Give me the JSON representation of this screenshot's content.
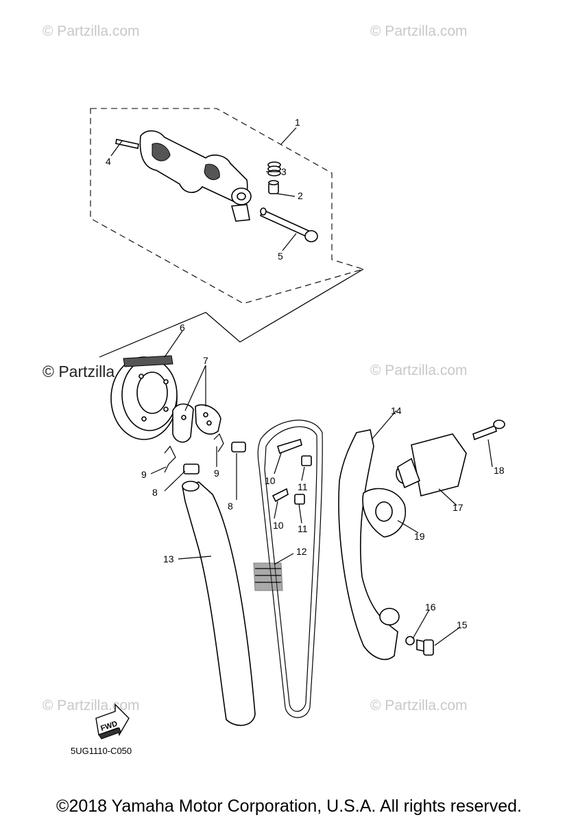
{
  "watermarks": {
    "top_left": "© Partzilla.com",
    "top_right": "© Partzilla.com",
    "mid_left": "© Partzilla.com",
    "mid_right": "© Partzilla.com",
    "bottom_left": "© Partzilla.com",
    "bottom_right": "© Partzilla.com"
  },
  "callouts": {
    "c1": "1",
    "c2": "2",
    "c3": "3",
    "c4": "4",
    "c5": "5",
    "c6": "6",
    "c7": "7",
    "c8a": "8",
    "c8b": "8",
    "c9a": "9",
    "c9b": "9",
    "c10a": "10",
    "c10b": "10",
    "c11a": "11",
    "c11b": "11",
    "c12": "12",
    "c13": "13",
    "c14": "14",
    "c15": "15",
    "c16": "16",
    "c17": "17",
    "c18": "18",
    "c19": "19"
  },
  "fwd_label": "FWD",
  "part_code": "5UG1110-C050",
  "copyright": "©2018 Yamaha Motor Corporation, U.S.A. All rights reserved."
}
